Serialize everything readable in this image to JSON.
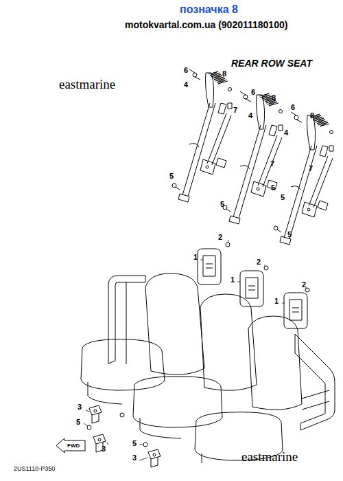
{
  "diagram": {
    "nodes": [
      {
        "text": [
          "FWD"
        ]
      }
    ],
    "labels": [
      "позначка 8",
      "motokvartal.com.ua (902011180100)",
      "REAR ROW SEAT",
      "eastmarine",
      "eastmarine",
      "6",
      "8",
      "4",
      "7",
      "5",
      "6",
      "8",
      "4",
      "7",
      "5",
      "5",
      "6",
      "8",
      "4",
      "7",
      "5",
      "5",
      "1",
      "2",
      "1",
      "2",
      "1",
      "2",
      "3",
      "5",
      "3",
      "5",
      "3",
      "2US1110-P350"
    ]
  }
}
